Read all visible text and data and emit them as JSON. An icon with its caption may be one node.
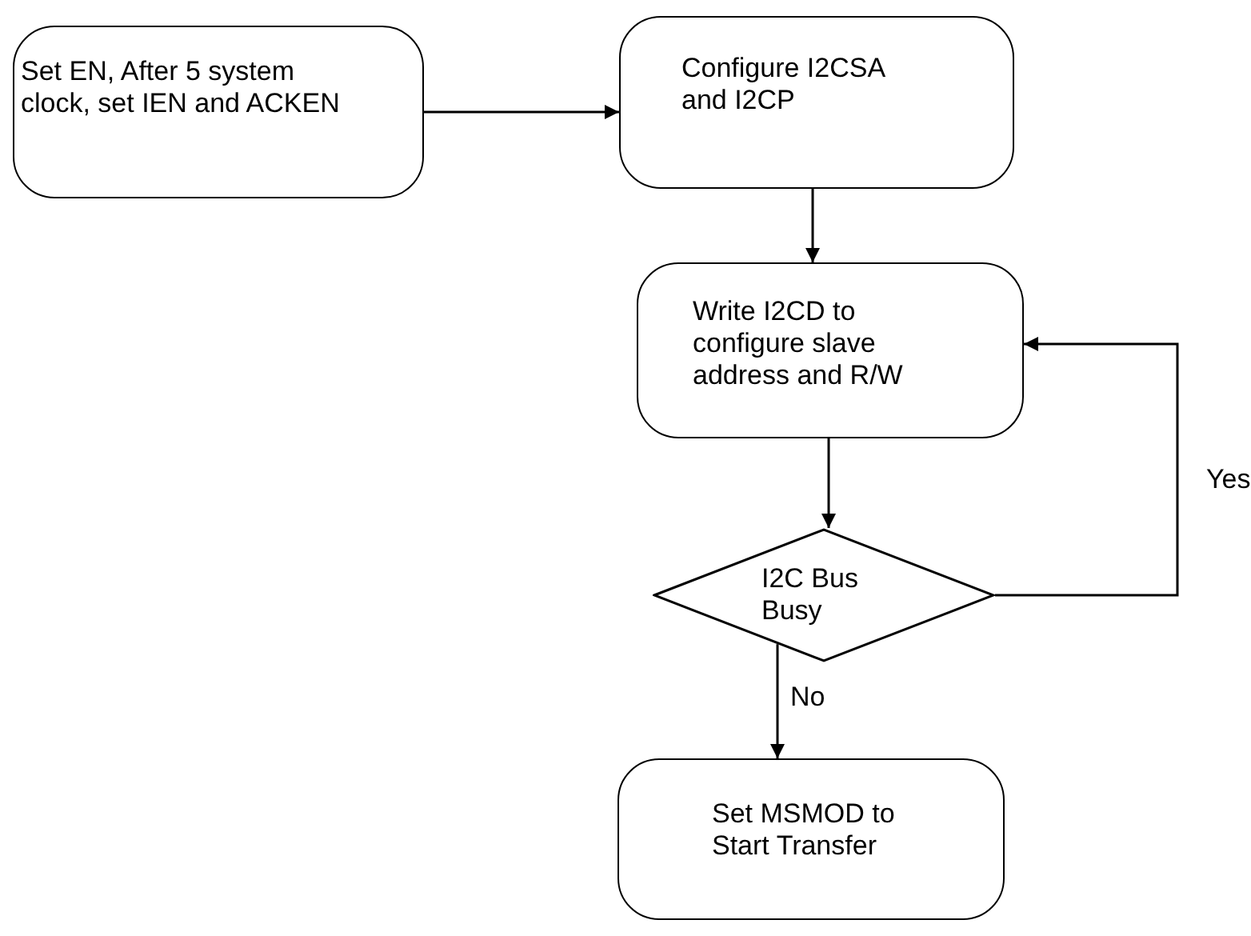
{
  "diagram": {
    "nodes": [
      {
        "text": [
          "Set EN, After 5 system clock, set IEN and ACKEN"
        ]
      },
      {
        "text": [
          "Configure I2CSA and I2CP"
        ]
      },
      {
        "text": [
          "Write I2CD to configure slave address and R/W"
        ]
      },
      {
        "text": [
          "I2C Bus Busy"
        ]
      },
      {
        "text": [
          "Set MSMOD to Start Transfer"
        ]
      }
    ],
    "edges": [
      {
        "from": 0,
        "to": 1,
        "arrow": "to"
      },
      {
        "from": 1,
        "to": 2,
        "arrow": "to"
      },
      {
        "from": 2,
        "to": 3,
        "arrow": "to"
      },
      {
        "from": 3,
        "to": 2,
        "arrow": "to",
        "label": "Yes"
      },
      {
        "from": 3,
        "to": 4,
        "arrow": "to",
        "label": "No"
      }
    ]
  }
}
